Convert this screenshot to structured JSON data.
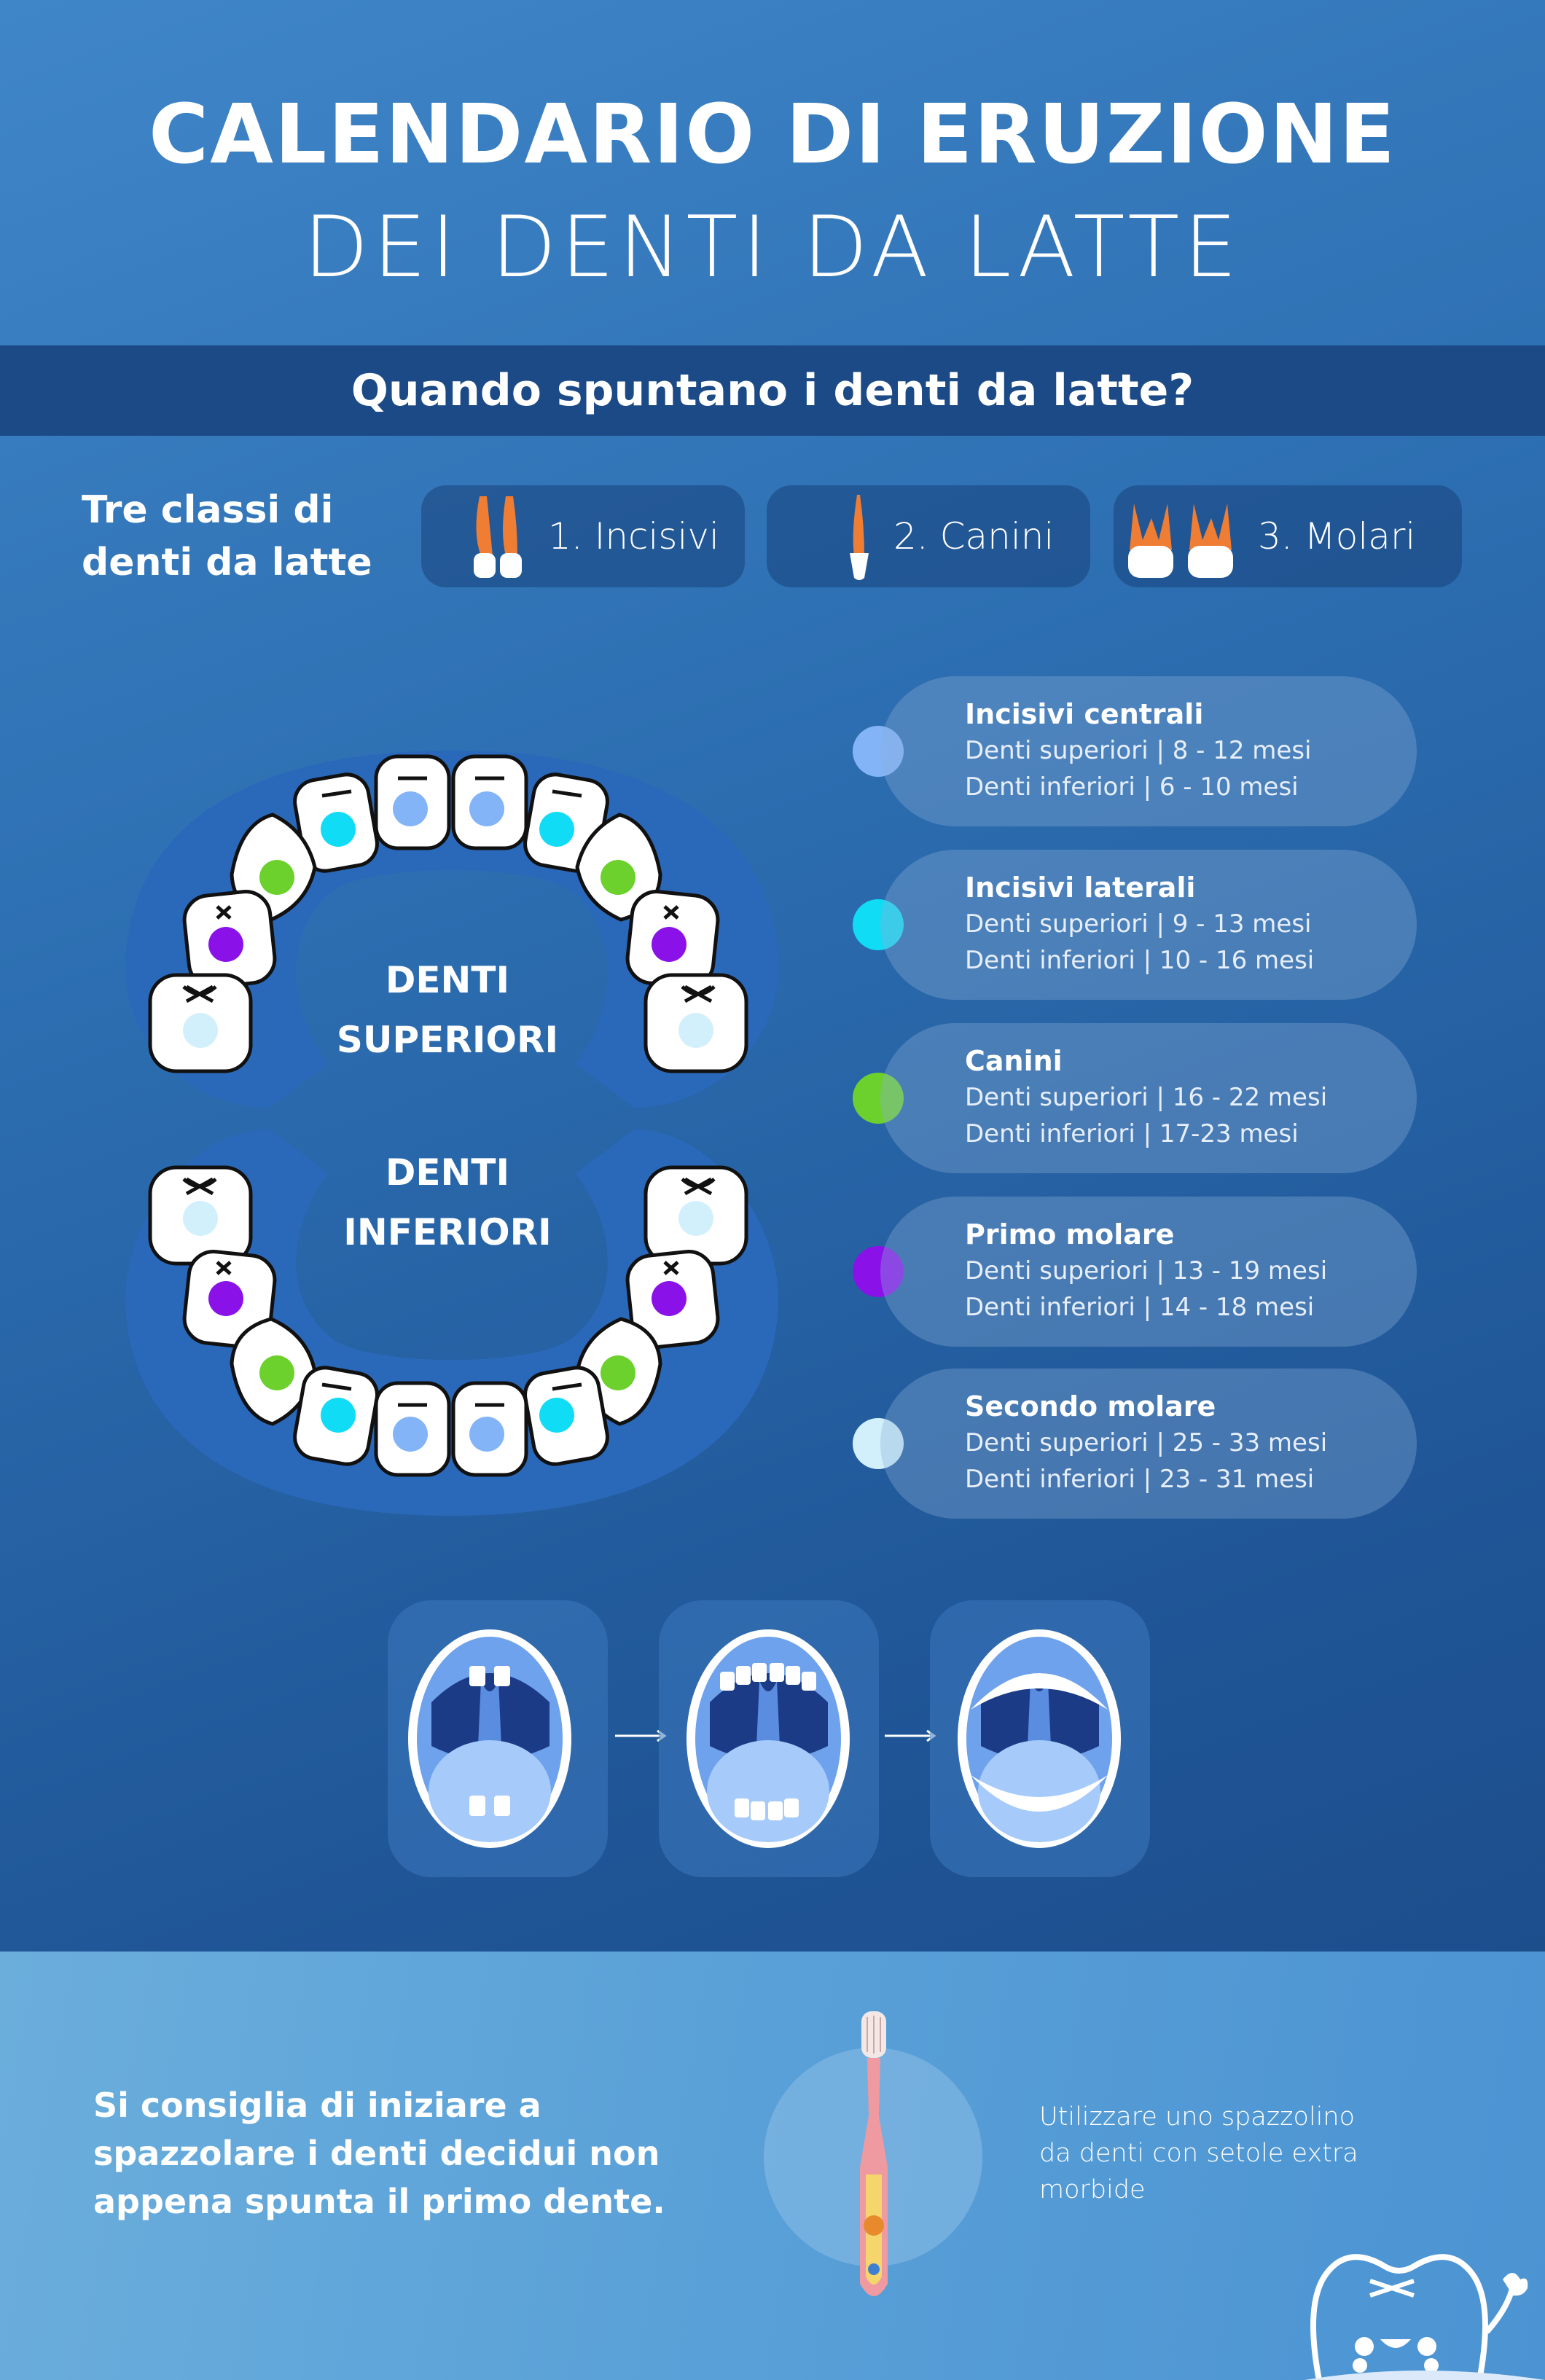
{
  "header": {
    "title": "CALENDARIO DI ERUZIONE",
    "subtitle": "DEI DENTI DA LATTE"
  },
  "banner": {
    "question": "Quando spuntano i denti da latte?"
  },
  "classes": {
    "label": "Tre classi di denti da latte",
    "items": [
      {
        "label": "1. Incisivi",
        "icon": "incisor-tooth-icon"
      },
      {
        "label": "2. Canini",
        "icon": "canine-tooth-icon"
      },
      {
        "label": "3. Molari",
        "icon": "molar-tooth-icon"
      }
    ]
  },
  "diagram": {
    "upper_label_line1": "DENTI",
    "upper_label_line2": "SUPERIORI",
    "lower_label_line1": "DENTI",
    "lower_label_line2": "INFERIORI"
  },
  "legend": [
    {
      "title": "Incisivi centrali",
      "upper": "Denti superiori | 8 - 12 mesi",
      "lower": "Denti inferiori | 6 - 10 mesi",
      "color": "#82b4f7"
    },
    {
      "title": "Incisivi laterali",
      "upper": "Denti superiori | 9 - 13 mesi",
      "lower": "Denti inferiori | 10 - 16 mesi",
      "color": "#11dcf5"
    },
    {
      "title": "Canini",
      "upper": "Denti superiori | 16 - 22 mesi",
      "lower": "Denti inferiori | 17-23 mesi",
      "color": "#6cd12c"
    },
    {
      "title": "Primo molare",
      "upper": "Denti superiori | 13 - 19 mesi",
      "lower": "Denti inferiori | 14 - 18 mesi",
      "color": "#8a12e8"
    },
    {
      "title": "Secondo molare",
      "upper": "Denti superiori | 25 - 33 mesi",
      "lower": "Denti inferiori | 23 - 31 mesi",
      "color": "#d2f0fb"
    }
  ],
  "footer": {
    "advice": "Si consiglia di iniziare a spazzolare i denti decidui non appena spunta il primo dente.",
    "brush_note": "Utilizzare uno spazzolino da denti con setole extra morbide"
  }
}
